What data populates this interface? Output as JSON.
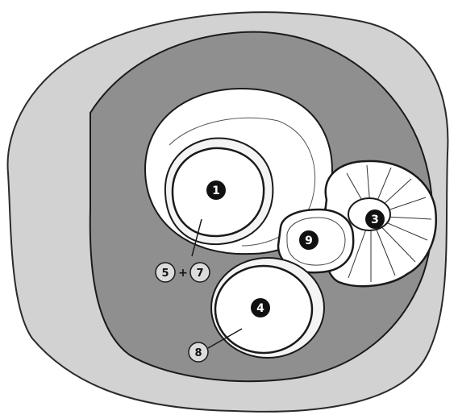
{
  "colors": {
    "outer_region": "#d2d2d2",
    "inner_region": "#8f8f8f",
    "structure_fill": "#ffffff",
    "outline": "#1a1a1a",
    "marker_fill": "#111111",
    "marker_text": "#ffffff",
    "callout_fill": "#dcdcdc"
  },
  "markers": {
    "m1": "1",
    "m3": "3",
    "m4": "4",
    "m9": "9"
  },
  "callouts": {
    "c5": "5",
    "plus": "+",
    "c7": "7",
    "c8": "8"
  }
}
